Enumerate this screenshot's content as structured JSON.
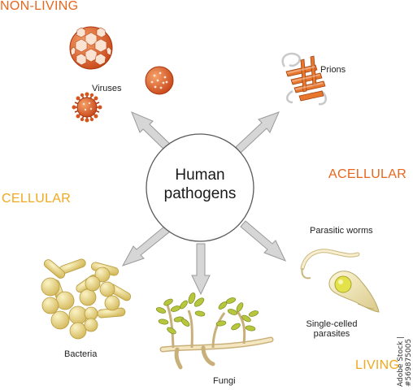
{
  "categories": {
    "non_living": "NON-LIVING",
    "acellular": "ACELLULAR",
    "cellular": "CELLULAR",
    "living": "LIVING"
  },
  "center": {
    "line1": "Human",
    "line2": "pathogens"
  },
  "pathogens": {
    "viruses": "Viruses",
    "prions": "Prions",
    "parasitic_worms": "Parasitic worms",
    "single_celled_1": "Single-celled",
    "single_celled_2": "parasites",
    "bacteria": "Bacteria",
    "fungi": "Fungi"
  },
  "watermark": {
    "stock_id": "Adobe Stock | #569875005"
  },
  "colors": {
    "category_orange": "#e8661e",
    "category_yellow": "#f2a81d",
    "virus_orange": "#d9541c",
    "prion_orange": "#e8762c",
    "bacteria_yellow": "#e9d67a",
    "fungi_green": "#b6c63d",
    "arrow_gray": "#d6d6d6"
  }
}
